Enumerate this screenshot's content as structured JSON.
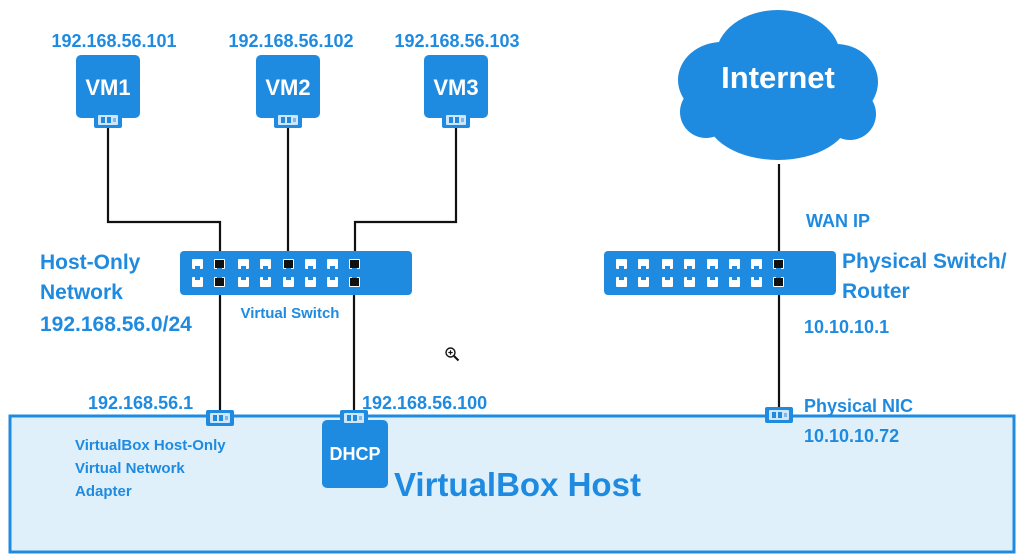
{
  "vms": [
    {
      "ip": "192.168.56.101",
      "name": "VM1"
    },
    {
      "ip": "192.168.56.102",
      "name": "VM2"
    },
    {
      "ip": "192.168.56.103",
      "name": "VM3"
    }
  ],
  "internet": {
    "label": "Internet"
  },
  "host_only_network": {
    "line1": "Host-Only",
    "line2": "Network",
    "subnet": "192.168.56.0/24"
  },
  "virtual_switch": {
    "label": "Virtual Switch"
  },
  "wan": {
    "label": "WAN IP"
  },
  "physical_switch": {
    "line1": "Physical Switch/",
    "line2": "Router",
    "ip": "10.10.10.1"
  },
  "host_adapter": {
    "ip": "192.168.56.1",
    "line1": "VirtualBox Host-Only",
    "line2": "Virtual Network",
    "line3": "Adapter"
  },
  "dhcp": {
    "label": "DHCP",
    "ip": "192.168.56.100"
  },
  "physical_nic": {
    "label": "Physical NIC",
    "ip": "10.10.10.72"
  },
  "host": {
    "label": "VirtualBox Host"
  },
  "colors": {
    "accent": "#1f8be0",
    "host_fill": "#dff0fb",
    "host_border": "#1f8be0",
    "wire": "#111111"
  },
  "icons": {
    "cursor": "zoom-in-icon",
    "nic": "network-adapter-icon",
    "port": "ethernet-port-icon"
  }
}
